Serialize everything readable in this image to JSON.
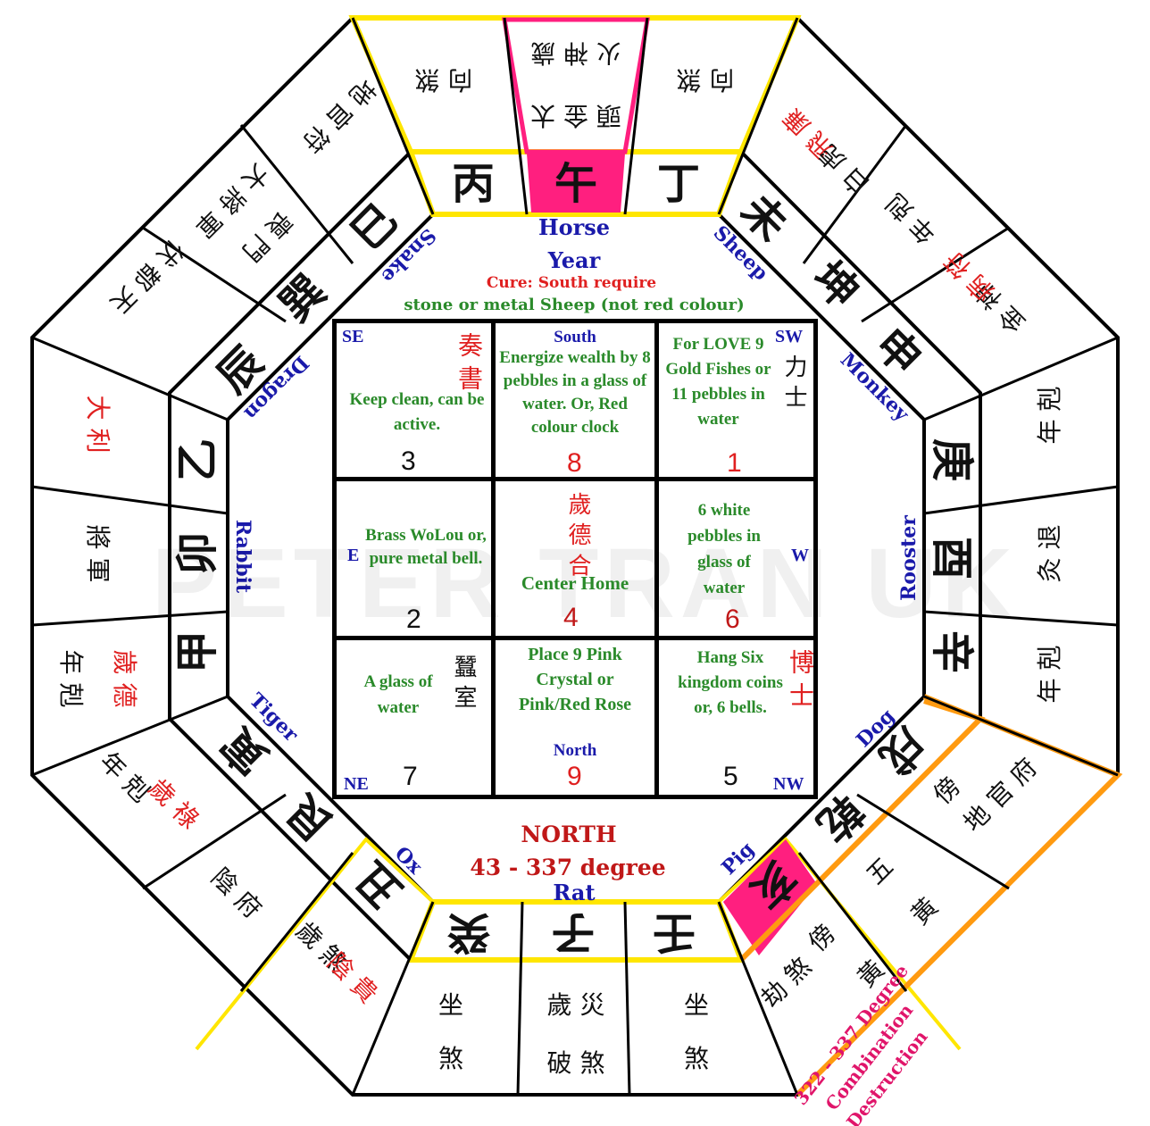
{
  "center": {
    "horse": "Horse",
    "year": "Year",
    "cure": "Cure: South require",
    "cure2": "stone or metal Sheep (not red colour)",
    "north": "NORTH",
    "degree": "43 - 337 degree",
    "rat": "Rat",
    "combination_a": "322 - 337 Degree",
    "combination_b": "Combination",
    "combination_c": "Destruction",
    "watermark": "PETER TRAN UK"
  },
  "animals": {
    "horse_top": "Horse",
    "sheep": "Sheep",
    "monkey": "Monkey",
    "rooster": "Rooster",
    "dog": "Dog",
    "pig": "Pig",
    "ox": "Ox",
    "tiger": "Tiger",
    "rabbit": "Rabbit",
    "dragon": "Dragon",
    "snake": "Snake"
  },
  "mountains": {
    "bing": "丙",
    "wu": "午",
    "ding": "丁",
    "wei": "未",
    "kun": "坤",
    "shen": "申",
    "geng": "庚",
    "you": "酉",
    "xin": "辛",
    "xu": "戌",
    "qian": "乾",
    "hai": "亥",
    "ren": "壬",
    "zi": "子",
    "gui": "癸",
    "chou": "丑",
    "gen": "艮",
    "yin": "寅",
    "jia": "甲",
    "mao": "卯",
    "yi": "乙",
    "chen": "辰",
    "xun": "巽",
    "si": "巳"
  },
  "outer": {
    "s1": "向 煞",
    "s2a": "頭 金 太",
    "s2b": "火 神 歲",
    "s3": "向 煞",
    "sw_a": "飛 廉",
    "sw_b": "白 虎",
    "sw_c": "年 剋",
    "sw_d": "金 神",
    "sw_e": "病 符",
    "w_a": "年 剋",
    "w_b": "灸 退",
    "w_c": "年 剋",
    "nw_a": "地 官 府",
    "nw_b": "傍",
    "nw_c": "五",
    "nw_d": "黃",
    "n_a": "坐",
    "n_b1": "歲 災",
    "n_b2": "破 煞",
    "n_c": "坐",
    "n_d": "煞",
    "n_e": "煞",
    "nw_e": "劫 煞",
    "nw_f": "傍",
    "nw_g": "黃",
    "ne_a": "歲 煞",
    "ne_b": "陰 貴",
    "ne_c": "陰 府",
    "ne_d": "年 剋",
    "ne_e": "歲 祿",
    "e_a": "年 剋",
    "e_b": "歲 德",
    "e_c": "將 軍",
    "e_d": "大 利",
    "se_a": "伏 都 天",
    "se_b": "大 將 軍",
    "se_c": "地 官 符",
    "se_d": "喪 門"
  },
  "grid": {
    "se": {
      "dir": "SE",
      "text": "Keep clean, can be active.",
      "star": "3",
      "cjk": "奏 書"
    },
    "s": {
      "dir": "South",
      "text": "Energize wealth by 8 pebbles in a glass of water. Or, Red colour clock",
      "star": "8"
    },
    "sw": {
      "dir": "SW",
      "text": "For LOVE 9 Gold Fishes or 11 pebbles in water",
      "star": "1",
      "cjk": "力 士"
    },
    "e": {
      "dir": "E",
      "text": "Brass WoLou or, pure metal bell.",
      "star": "2"
    },
    "c": {
      "text": "Center Home",
      "star": "4",
      "cjk": "歲 德 合"
    },
    "w": {
      "dir": "W",
      "text": "6 white pebbles in glass of water",
      "star": "6"
    },
    "ne": {
      "dir": "NE",
      "text": "A glass of water",
      "star": "7",
      "cjk": "蠶 室"
    },
    "n": {
      "dir": "North",
      "text": "Place 9 Pink Crystal or Pink/Red Rose",
      "star": "9"
    },
    "nw": {
      "dir": "NW",
      "text": "Hang Six kingdom coins or, 6 bells.",
      "star": "5",
      "cjk": "博 士"
    }
  },
  "colors": {
    "yellow": "#ffe600",
    "pink": "#ff1f7f",
    "orange": "#ff9a10",
    "blue": "#1a1aaa",
    "red": "#e02020",
    "green": "#2a8a2a"
  }
}
